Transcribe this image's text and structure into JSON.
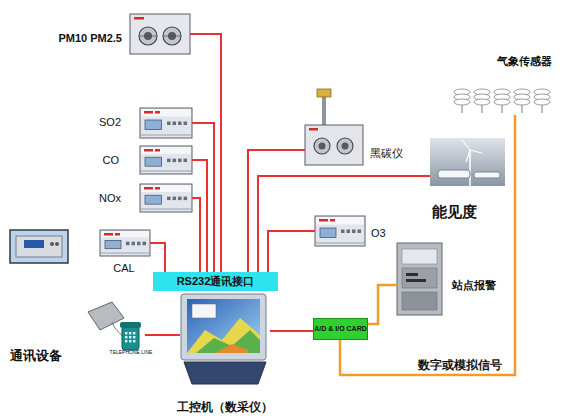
{
  "diagram": {
    "nodes": [
      {
        "text": [
          "PM10 PM2.5"
        ]
      },
      {
        "text": [
          "气象传感器"
        ]
      },
      {
        "text": [
          "SO2"
        ]
      },
      {
        "text": [
          "黑碳仪"
        ]
      },
      {
        "text": [
          "CO"
        ]
      },
      {
        "text": [
          "能见度"
        ]
      },
      {
        "text": [
          "NOx"
        ]
      },
      {
        "text": [
          "CAL"
        ]
      },
      {
        "text": [
          "O3"
        ]
      },
      {
        "text": [
          "站点报警"
        ]
      },
      {
        "text": [
          "RS232通讯接口"
        ]
      },
      {
        "text": [
          "A/D & I/O CARD"
        ]
      },
      {
        "text": [
          "通讯设备"
        ]
      },
      {
        "text": [
          "工控机（数采仪）"
        ]
      }
    ],
    "edges": [
      {
        "from": 0,
        "to": 10,
        "arrow": "none"
      },
      {
        "from": 2,
        "to": 10,
        "arrow": "none"
      },
      {
        "from": 4,
        "to": 10,
        "arrow": "none"
      },
      {
        "from": 6,
        "to": 10,
        "arrow": "none"
      },
      {
        "from": 7,
        "to": 10,
        "arrow": "none"
      },
      {
        "from": 3,
        "to": 10,
        "arrow": "none"
      },
      {
        "from": 5,
        "to": 10,
        "arrow": "none"
      },
      {
        "from": 8,
        "to": 10,
        "arrow": "none"
      },
      {
        "from": 12,
        "to": 13,
        "arrow": "none"
      },
      {
        "from": 13,
        "to": 11,
        "arrow": "none"
      },
      {
        "from": 11,
        "to": 9,
        "arrow": "none"
      },
      {
        "from": 1,
        "to": 11,
        "label": "数字或模拟信号",
        "arrow": "none"
      }
    ],
    "labels": [
      "TELEPHONE LINE"
    ]
  }
}
